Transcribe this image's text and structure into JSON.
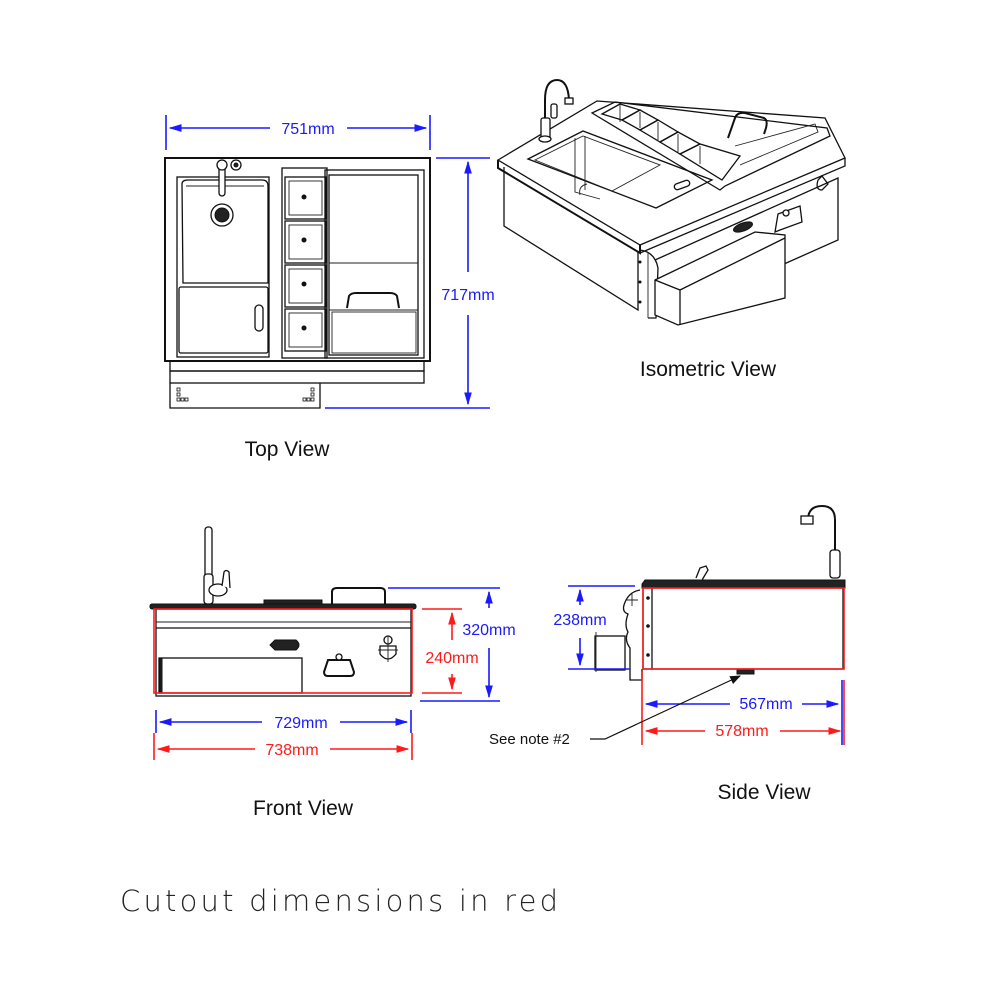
{
  "views": {
    "top": {
      "label": "Top View",
      "dimensions": {
        "width": "751mm",
        "depth": "717mm"
      }
    },
    "isometric": {
      "label": "Isometric View"
    },
    "front": {
      "label": "Front View",
      "dimensions": {
        "overall_height": "320mm",
        "cutout_height": "240mm",
        "width": "729mm",
        "cutout_width": "738mm"
      }
    },
    "side": {
      "label": "Side View",
      "dimensions": {
        "bracket_height": "238mm",
        "depth": "567mm",
        "cutout_depth": "578mm"
      },
      "callout": "See note #2"
    }
  },
  "legend": {
    "footer_note": "Cutout dimensions in red",
    "colors": {
      "overall": "#1a1aff",
      "cutout": "#ff1a1a"
    }
  },
  "drawers_top_view": 4
}
